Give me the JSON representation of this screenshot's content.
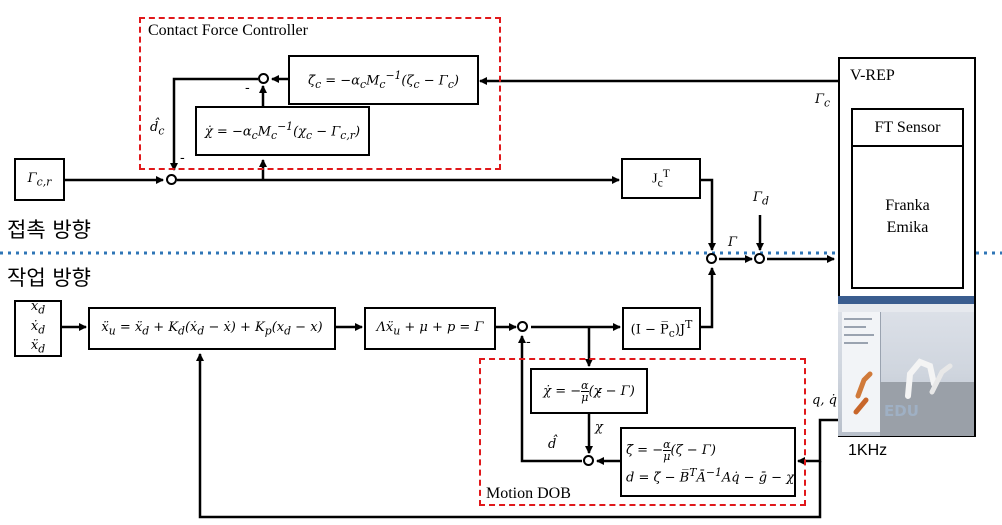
{
  "labels": {
    "contact_force_controller": "Contact Force Controller",
    "motion_dob": "Motion DOB",
    "contact_direction": "접촉 방향",
    "work_direction": "작업 방향",
    "vrep": "V-REP",
    "ft_sensor": "FT Sensor",
    "franka_emika": "Franka Emika",
    "rate": "1KHz",
    "edu": "EDU"
  },
  "equations": {
    "zeta_c": "ζ̇c = −αc Mc⁻¹(ζc − Γc)",
    "chi_c": "χ̇ = −αc Mc⁻¹(χc − Γc,r)",
    "gamma_cr": "Γc,r",
    "jc_t": "JcT",
    "xdd": "ẍd",
    "xd_dot": "ẋd",
    "xd_ddot": "ẍd",
    "xu": "ẍu = ẍd + Kd(ẋd − ẋ) + Kp(xd − x)",
    "lambda": "Λẍu + μ + p = Γ",
    "projection": "(I − P̅c)JT",
    "chi_dob": "χ̇ = −(α/μ)(χ − Γ)",
    "zeta_dob": "ζ̇ = −(α/μ)(ζ − Γ)",
    "d_eq": "d = ζ̇ − B̅T Ā−1 Aq̇ − ḡ − χ"
  },
  "signals": {
    "gamma_c": "Γc",
    "d_hat_c": "d̂c",
    "minus": "-",
    "gamma_d": "Γd",
    "gamma": "Γ",
    "q_qdot": "q, q̇",
    "chi": "χ",
    "d_hat": "d̂"
  },
  "colors": {
    "dashed_box": "#e0181b",
    "divider": "#2e75b6"
  }
}
